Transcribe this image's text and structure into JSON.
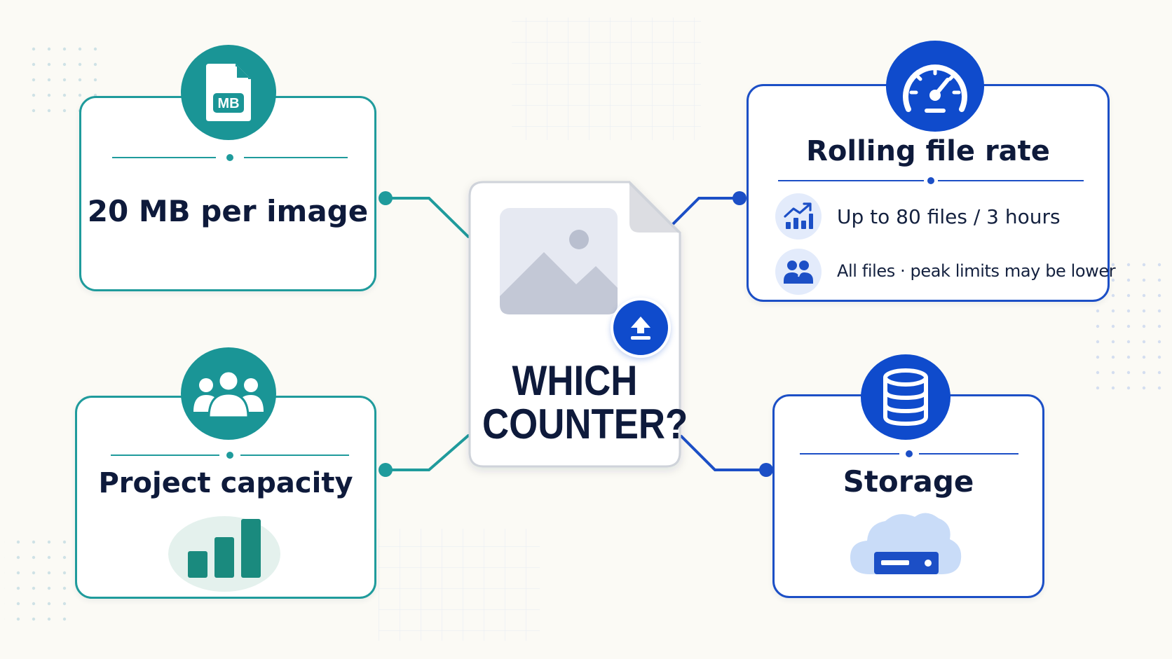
{
  "colors": {
    "background": "#fbfaf5",
    "teal": "#1f9b9c",
    "blue": "#1c4fc6",
    "text": "#0e1a3b"
  },
  "center": {
    "line1": "WHICH",
    "line2": "COUNTER?",
    "icons": [
      "image-file-icon",
      "upload-icon"
    ]
  },
  "cards": {
    "file_size": {
      "title": "20 MB per image",
      "icon": "mb-file-icon",
      "icon_label": "MB"
    },
    "rolling_rate": {
      "title": "Rolling file rate",
      "icon": "speedometer-icon",
      "rows": [
        {
          "icon": "trend-up-chart-icon",
          "text": "Up to 80 files / 3 hours"
        },
        {
          "icon": "users-icon",
          "text": "All files · peak limits may be lower"
        }
      ]
    },
    "project_capacity": {
      "title": "Project capacity",
      "icon": "team-icon",
      "illustration": "bar-chart-icon"
    },
    "storage": {
      "title": "Storage",
      "icon": "database-icon",
      "illustration": "cloud-server-icon"
    }
  }
}
